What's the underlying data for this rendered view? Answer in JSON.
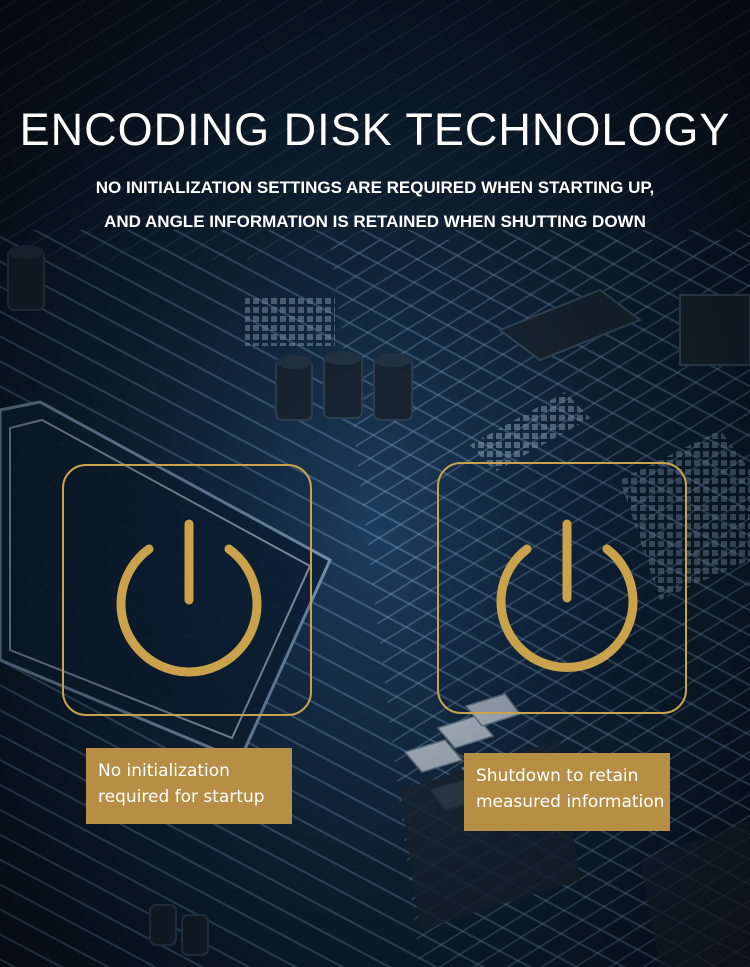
{
  "header": {
    "title": "ENCODING DISK TECHNOLOGY",
    "subtitle_line1": "NO INITIALIZATION SETTINGS ARE REQUIRED WHEN STARTING UP,",
    "subtitle_line2": "AND ANGLE INFORMATION IS RETAINED WHEN SHUTTING DOWN"
  },
  "features": [
    {
      "icon": "power-icon",
      "label_line1": "No initialization",
      "label_line2": "required for startup"
    },
    {
      "icon": "power-icon",
      "label_line1": "Shutdown to retain",
      "label_line2": "measured information"
    }
  ],
  "colors": {
    "accent_gold": "#c9a24b",
    "label_background": "#b68e45",
    "background_dark": "#0b1a2c",
    "text": "#ffffff"
  }
}
